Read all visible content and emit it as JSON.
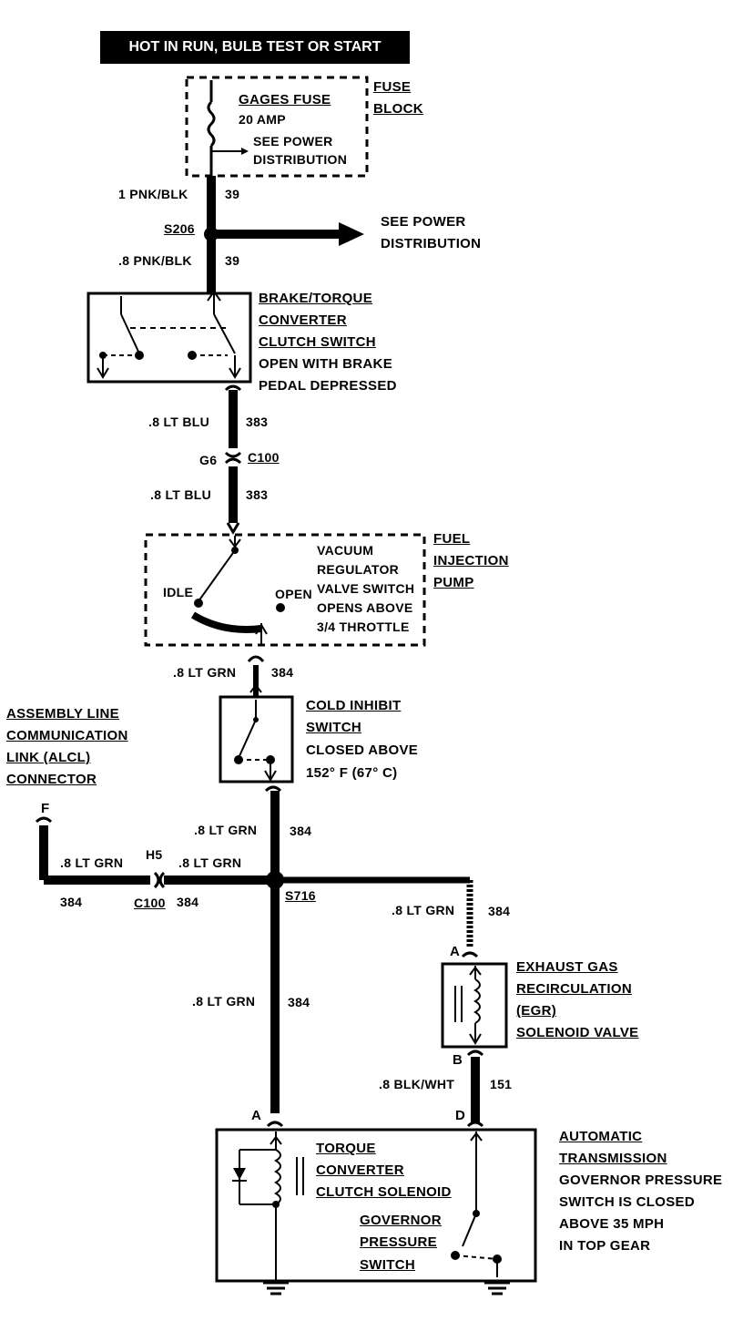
{
  "header": "HOT IN RUN,  BULB TEST OR START",
  "fuse": {
    "name": "GAGES FUSE",
    "rating": "20 AMP",
    "note_line1": "SEE POWER",
    "note_line2": "DISTRIBUTION",
    "block_line1": "FUSE",
    "block_line2": "BLOCK"
  },
  "wire_1pnk": {
    "gauge": "1 PNK/BLK",
    "circuit": "39"
  },
  "splice_s206": {
    "id": "S206",
    "see1": "SEE POWER",
    "see2": "DISTRIBUTION"
  },
  "wire_8pnk": {
    "gauge": ".8 PNK/BLK",
    "circuit": "39"
  },
  "brake_switch": {
    "line1": "BRAKE/TORQUE",
    "line2": "CONVERTER",
    "line3": "CLUTCH SWITCH",
    "line4": "OPEN WITH BRAKE",
    "line5": "PEDAL DEPRESSED"
  },
  "wire_ltblu_a": {
    "gauge": ".8 LT BLU",
    "circuit": "383"
  },
  "connector_c100_a": {
    "pin": "G6",
    "id": "C100"
  },
  "wire_ltblu_b": {
    "gauge": ".8 LT BLU",
    "circuit": "383"
  },
  "fuel_pump": {
    "line1": "FUEL",
    "line2": "INJECTION",
    "line3": "PUMP",
    "switch_line1": "VACUUM",
    "switch_line2": "REGULATOR",
    "switch_line3": "VALVE SWITCH",
    "switch_line4": "OPENS ABOVE",
    "switch_line5": "3/4 THROTTLE",
    "idle": "IDLE",
    "open": "OPEN"
  },
  "wire_ltgrn_a": {
    "gauge": ".8 LT GRN",
    "circuit": "384"
  },
  "cold_inhibit": {
    "line1": "COLD INHIBIT",
    "line2": "SWITCH",
    "line3": "CLOSED ABOVE",
    "line4": "152° F  (67° C)"
  },
  "alcl": {
    "line1": "ASSEMBLY LINE",
    "line2": "COMMUNICATION",
    "line3": "LINK (ALCL)",
    "line4": "CONNECTOR",
    "pin": "F"
  },
  "wire_ltgrn_b": {
    "gauge": ".8 LT GRN",
    "circuit": "384"
  },
  "wire_alcl": {
    "gauge": ".8 LT GRN",
    "circuit": "384"
  },
  "connector_c100_b": {
    "pin": "H5",
    "id": "C100",
    "circuit": "384"
  },
  "wire_ltgrn_c": {
    "gauge": ".8 LT GRN"
  },
  "splice_s716": {
    "id": "S716"
  },
  "wire_ltgrn_egr": {
    "gauge": ".8 LT GRN",
    "circuit": "384"
  },
  "wire_ltgrn_d": {
    "gauge": ".8 LT GRN",
    "circuit": "384"
  },
  "egr": {
    "pin_a": "A",
    "pin_b": "B",
    "line1": "EXHAUST GAS",
    "line2": "RECIRCULATION",
    "line3": "(EGR)",
    "line4": "SOLENOID VALVE"
  },
  "wire_blkwht": {
    "gauge": ".8 BLK/WHT",
    "circuit": "151"
  },
  "transmission": {
    "pin_a": "A",
    "pin_d": "D",
    "line1": "AUTOMATIC",
    "line2": "TRANSMISSION",
    "line3": "GOVERNOR PRESSURE",
    "line4": "SWITCH IS CLOSED",
    "line5": "ABOVE 35 MPH",
    "line6": "IN TOP GEAR",
    "solenoid_line1": "TORQUE",
    "solenoid_line2": "CONVERTER",
    "solenoid_line3": "CLUTCH SOLENOID",
    "gov_line1": "GOVERNOR",
    "gov_line2": "PRESSURE",
    "gov_line3": "SWITCH"
  }
}
